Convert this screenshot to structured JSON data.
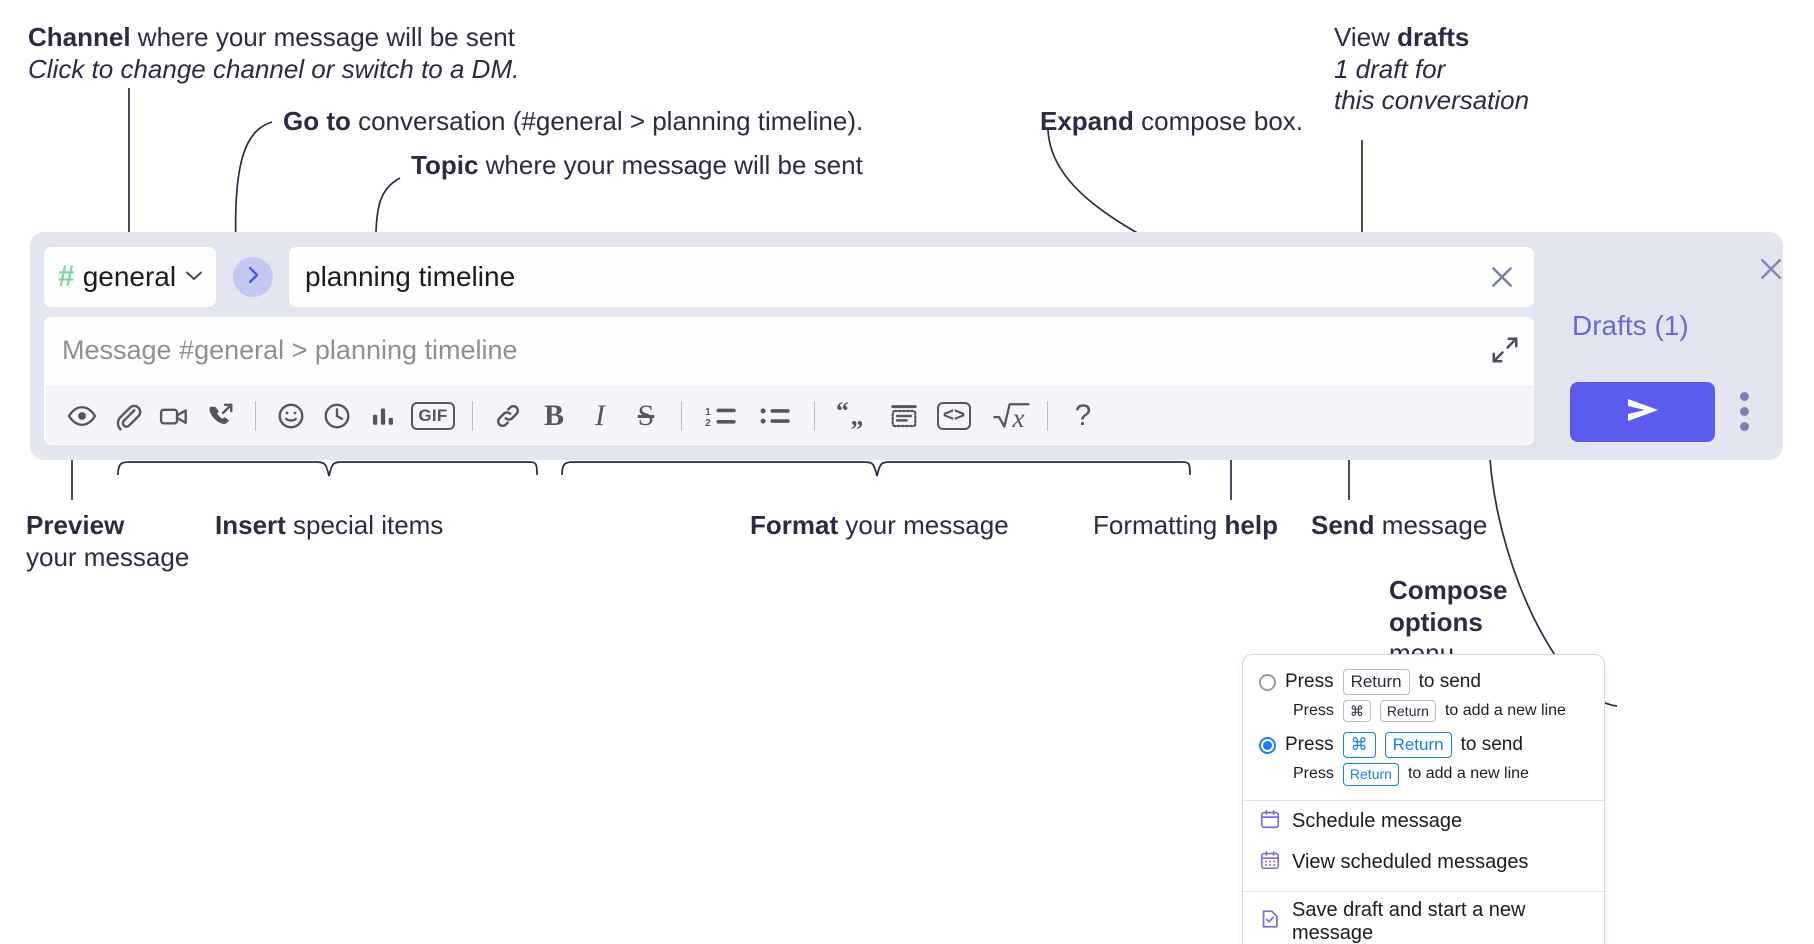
{
  "annotations": {
    "channel": {
      "bold": "Channel",
      "rest": " where your message will be sent",
      "italic": "Click to change channel or switch to a DM."
    },
    "goto": {
      "bold": "Go to",
      "rest": " conversation (#general > planning timeline)."
    },
    "topic": {
      "bold": "Topic",
      "rest": " where your message will be sent"
    },
    "expand": {
      "bold": "Expand",
      "rest": " compose box."
    },
    "drafts": {
      "plain": "View ",
      "bold": "drafts",
      "italic1": "1 draft for",
      "italic2": "this conversation"
    },
    "preview": {
      "bold": "Preview",
      "rest": "your message"
    },
    "insert": {
      "bold": "Insert",
      "rest": " special items"
    },
    "format": {
      "bold": "Format",
      "rest": " your message"
    },
    "formatting_help": {
      "plain": "Formatting ",
      "bold": "help"
    },
    "send": {
      "bold": "Send",
      "rest": " message"
    },
    "compose_options": {
      "bold1": "Compose",
      "bold2": "options",
      "rest": "menu"
    }
  },
  "compose": {
    "channel_name": "general",
    "hash_icon": "#",
    "caret_icon": "chevron-down-icon",
    "goto_icon": "chevron-right-icon",
    "topic_value": "planning timeline",
    "clear_icon": "close-icon",
    "message_placeholder": "Message #general > planning timeline",
    "expand_icon": "expand-arrows-icon",
    "drafts_label": "Drafts (1)",
    "send_icon": "send-arrow-icon",
    "kebab_icon": "more-options-icon",
    "close_icon": "close-icon",
    "accent_color": "#5b5bef",
    "panel_color": "#e3e5f1",
    "hash_color": "#7fd6a3",
    "drafts_color": "#6b6bcd",
    "toolbar": [
      {
        "name": "preview-icon",
        "label": ""
      },
      {
        "name": "attachment-icon",
        "label": ""
      },
      {
        "name": "video-clip-icon",
        "label": ""
      },
      {
        "name": "audio-clip-icon",
        "label": ""
      },
      {
        "sep": true
      },
      {
        "name": "emoji-icon",
        "label": ""
      },
      {
        "name": "clock-icon",
        "label": ""
      },
      {
        "name": "poll-icon",
        "label": ""
      },
      {
        "name": "gif-icon",
        "label": "GIF"
      },
      {
        "sep": true
      },
      {
        "name": "link-icon",
        "label": ""
      },
      {
        "name": "bold-icon",
        "label": "B"
      },
      {
        "name": "italic-icon",
        "label": "I"
      },
      {
        "name": "strikethrough-icon",
        "label": "S"
      },
      {
        "sep": true
      },
      {
        "name": "ordered-list-icon",
        "label": ""
      },
      {
        "name": "bulleted-list-icon",
        "label": ""
      },
      {
        "sep": true
      },
      {
        "name": "blockquote-icon",
        "label": ""
      },
      {
        "name": "code-block-icon",
        "label": ""
      },
      {
        "name": "inline-code-icon",
        "label": ""
      },
      {
        "name": "math-icon",
        "label": "x"
      },
      {
        "sep": true
      },
      {
        "name": "help-icon",
        "label": "?"
      }
    ]
  },
  "menu": {
    "options": [
      {
        "selected": false,
        "press": "Press",
        "keys": [
          "Return"
        ],
        "tail": "to send",
        "sub_press": "Press",
        "sub_keys": [
          "⌘",
          "Return"
        ],
        "sub_tail": "to add a new line"
      },
      {
        "selected": true,
        "press": "Press",
        "keys": [
          "⌘",
          "Return"
        ],
        "tail": "to send",
        "sub_press": "Press",
        "sub_keys": [
          "Return"
        ],
        "sub_tail": "to add a new line"
      }
    ],
    "items": [
      {
        "icon": "calendar-icon",
        "label": "Schedule message"
      },
      {
        "icon": "calendar-grid-icon",
        "label": "View scheduled messages"
      },
      {
        "icon": "save-draft-icon",
        "label": "Save draft and start a new message",
        "divider_before": true
      }
    ]
  }
}
